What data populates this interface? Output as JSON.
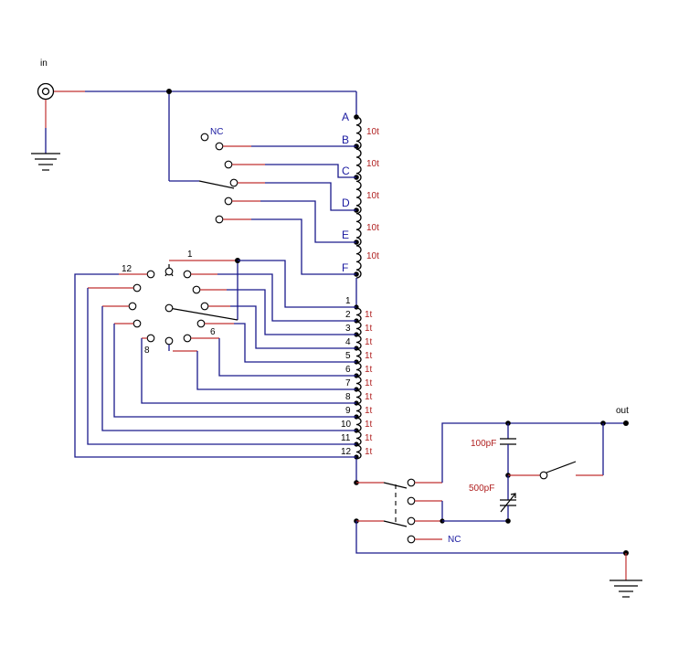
{
  "labels": {
    "input": "in",
    "output": "out",
    "nc_top": "NC",
    "nc_bottom": "NC",
    "taps_coarse": [
      "A",
      "B",
      "C",
      "D",
      "E",
      "F"
    ],
    "turns_coarse": [
      "10t",
      "10t",
      "10t",
      "10t",
      "10t"
    ],
    "taps_fine": [
      "1",
      "2",
      "3",
      "4",
      "5",
      "6",
      "7",
      "8",
      "9",
      "10",
      "11",
      "12"
    ],
    "turns_fine": [
      "1t",
      "1t",
      "1t",
      "1t",
      "1t",
      "1t",
      "1t",
      "1t",
      "1t",
      "1t",
      "1t"
    ],
    "rotary_positions": [
      "1",
      "6",
      "8",
      "12"
    ],
    "cap_fixed": "100pF",
    "cap_variable": "500pF"
  }
}
